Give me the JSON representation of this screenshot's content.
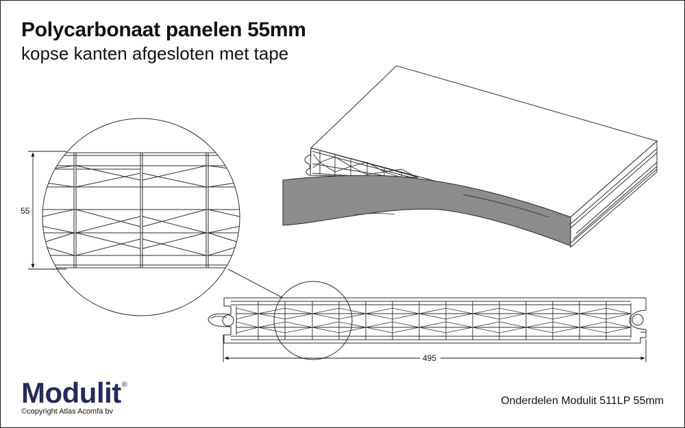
{
  "title": "Polycarbonaat panelen 55mm",
  "subtitle": "kopse kanten afgesloten met tape",
  "dimensions": {
    "height_label": "55",
    "width_label": "495"
  },
  "logo": {
    "text": "Modulit",
    "mark": "®",
    "copyright": "©copyright Atlas Acomfa bv"
  },
  "caption": "Onderdelen Modulit 511LP 55mm",
  "colors": {
    "line": "#2a2a2a",
    "tape": "#8c8c8c",
    "logo": "#252a5c"
  }
}
